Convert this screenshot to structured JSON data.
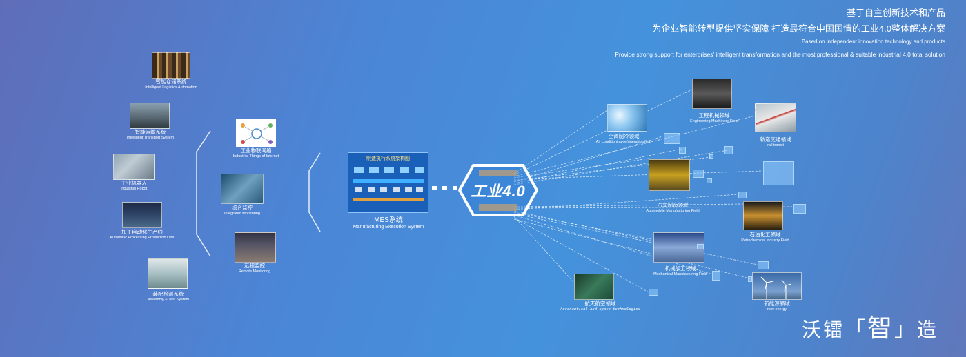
{
  "header": {
    "line1": "基于自主创新技术和产品",
    "line2": "为企业智能转型提供坚实保障 打造最符合中国国情的工业4.0整体解决方案",
    "line3": "Based on independent innovation technology and products",
    "line4": "Provide strong support for enterprises’ intelligent transformation and the most professional & suitable industrial 4.0 total solution"
  },
  "left_column": [
    {
      "cn": "智能仓储系统",
      "en": "Intelligent Logistics Automation"
    },
    {
      "cn": "智能运输系统",
      "en": "Intelligent Transport System"
    },
    {
      "cn": "工业机器人",
      "en": "Industrial Robot"
    },
    {
      "cn": "加工自动化生产线",
      "en": "Automatic Processing Production Line"
    },
    {
      "cn": "装配检测系统",
      "en": "Assembly & Test System"
    }
  ],
  "middle_column": [
    {
      "cn": "工业物联网络",
      "en": "Industrial Things of Internet"
    },
    {
      "cn": "综合监控",
      "en": "Integrated Monitoring"
    },
    {
      "cn": "远程监控",
      "en": "Remote Monitoring"
    }
  ],
  "mes": {
    "cn": "MES系统",
    "en": "Manufacturing Execution System",
    "screen_title": "制造执行系统架构图"
  },
  "hub": {
    "label": "工业4.0"
  },
  "fields": [
    {
      "cn": "空调制冷领域",
      "en": "Air conditioning-refrigeration field"
    },
    {
      "cn": "工程机械领域",
      "en": "Engineering Machinery Field"
    },
    {
      "cn": "轨道交通领域",
      "en": "rail transit"
    },
    {
      "cn": "汽车制造领域",
      "en": "Automobile Manufacturing Field"
    },
    {
      "cn": "石油化工领域",
      "en": "Petrochemical Industry Field"
    },
    {
      "cn": "机械加工领域",
      "en": "Mechanical Manufacturing Field"
    },
    {
      "cn": "航天航空领域",
      "en": "Aeronautical and space technologies"
    },
    {
      "cn": "新能源领域",
      "en": "new energy"
    }
  ],
  "brand": {
    "c1": "沃",
    "c2": "镭",
    "c3": "智",
    "c4": "造",
    "open": "「",
    "close": "」"
  }
}
